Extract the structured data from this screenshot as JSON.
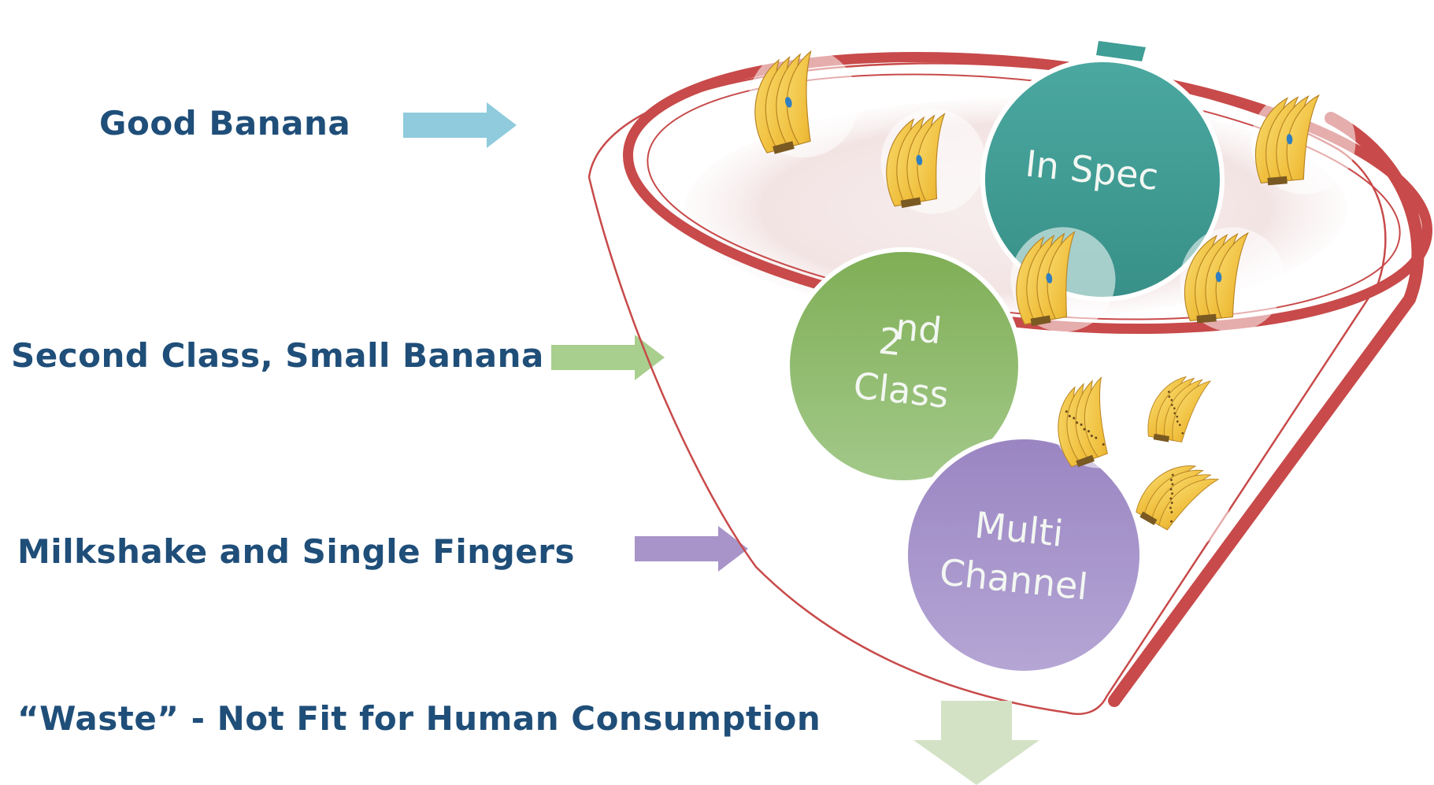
{
  "labels": {
    "good": "Good Banana",
    "second": "Second Class, Small Banana",
    "milkshake": "Milkshake and Single Fingers",
    "waste": "“Waste” - Not Fit for Human Consumption"
  },
  "circles": {
    "in_spec": "In Spec",
    "second_class_num": "2",
    "second_class_sup": "nd",
    "second_class_word": "Class",
    "multi_line1": "Multi",
    "multi_line2": "Channel"
  },
  "colors": {
    "label_text": "#1f4e79",
    "arrow_good": "#8fcbdc",
    "arrow_second": "#a9cf8e",
    "arrow_milkshake": "#a894c8",
    "arrow_waste": "#d3e2c5",
    "funnel_rim": "#c84a4a",
    "in_spec_circle": "#3f9e96",
    "second_class_circle": "#86b45e",
    "multi_channel_circle": "#9e8cc3",
    "banana": "#f2c94c"
  }
}
